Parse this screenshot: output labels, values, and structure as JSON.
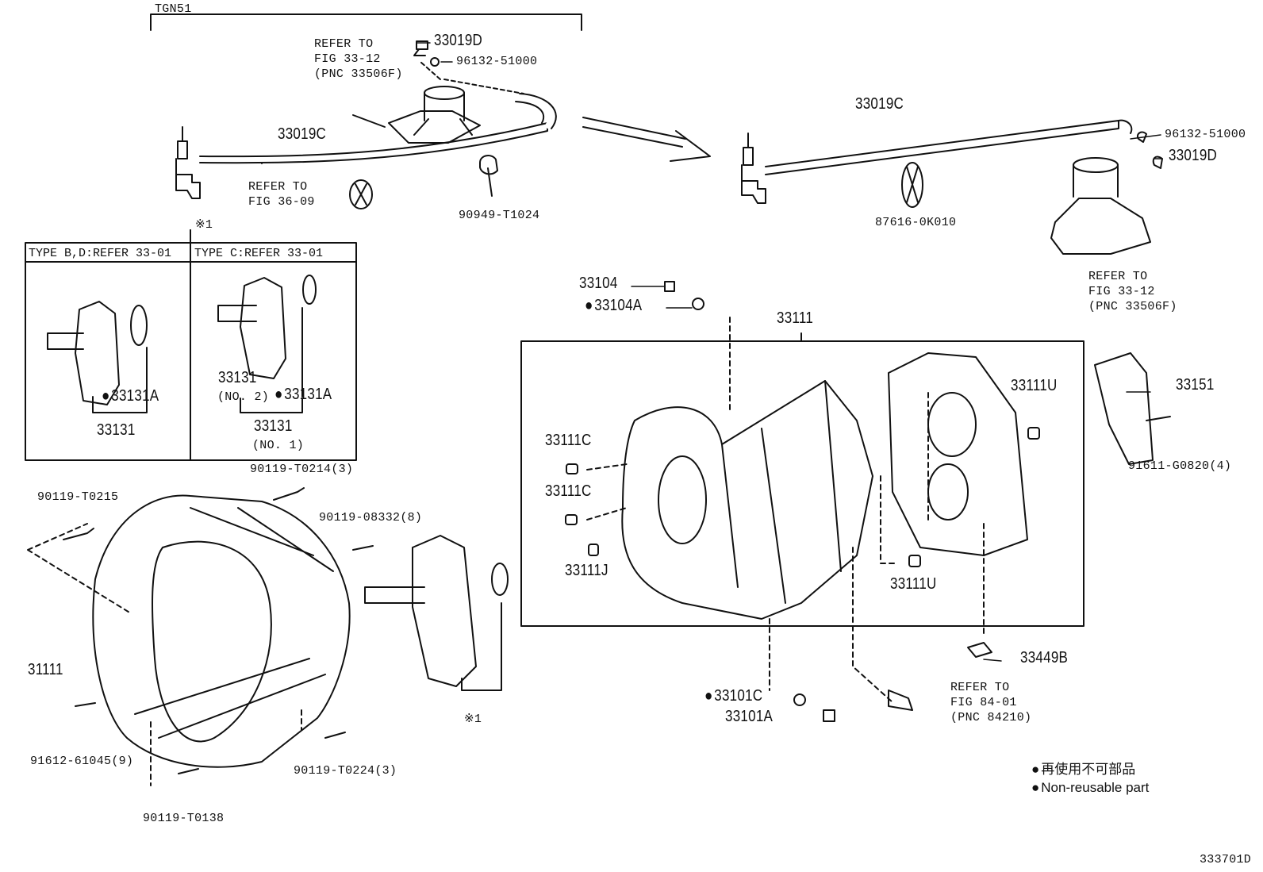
{
  "variant_label": "TGN51",
  "figure_code": "333701D",
  "footnote_mark": "※1",
  "legend": {
    "jp": "再使用不可部品",
    "en": "Non-reusable part"
  },
  "callouts": {
    "top_33019D": "33019D",
    "top_96132": "96132-51000",
    "top_refer_33_12": "REFER TO\nFIG 33-12\n(PNC 33506F)",
    "top_33019C": "33019C",
    "top_refer_36_09": "REFER TO\nFIG 36-09",
    "top_90949": "90949-T1024",
    "right_33019C": "33019C",
    "right_96132": "96132-51000",
    "right_33019D": "33019D",
    "right_87616": "87616-0K010",
    "right_refer_33_12": "REFER TO\nFIG 33-12\n(PNC 33506F)",
    "type_bd_header": "TYPE B,D:REFER 33-01",
    "type_c_header": "TYPE C:REFER 33-01",
    "bd_33131A": "33131A",
    "bd_33131": "33131",
    "c_33131": "33131",
    "c_no2": "(NO. 2)",
    "c_33131A": "33131A",
    "c_33131_bottom": "33131",
    "c_no1": "(NO. 1)",
    "p_33104": "33104",
    "p_33104A": "33104A",
    "p_33111": "33111",
    "p_33111C_1": "33111C",
    "p_33111C_2": "33111C",
    "p_33111J": "33111J",
    "p_33111U_1": "33111U",
    "p_33111U_2": "33111U",
    "p_33151": "33151",
    "p_91611": "91611-G0820(4)",
    "p_33449B": "33449B",
    "p_33101C": "33101C",
    "p_33101A": "33101A",
    "p_refer_84_01": "REFER TO\nFIG 84-01\n(PNC 84210)",
    "p_90119_T0215": "90119-T0215",
    "p_90119_T0214": "90119-T0214(3)",
    "p_90119_08332": "90119-08332(8)",
    "p_31111": "31111",
    "p_91612": "91612-61045(9)",
    "p_90119_T0224": "90119-T0224(3)",
    "p_90119_T0138": "90119-T0138"
  },
  "colors": {
    "ink": "#111111",
    "background": "#ffffff"
  }
}
